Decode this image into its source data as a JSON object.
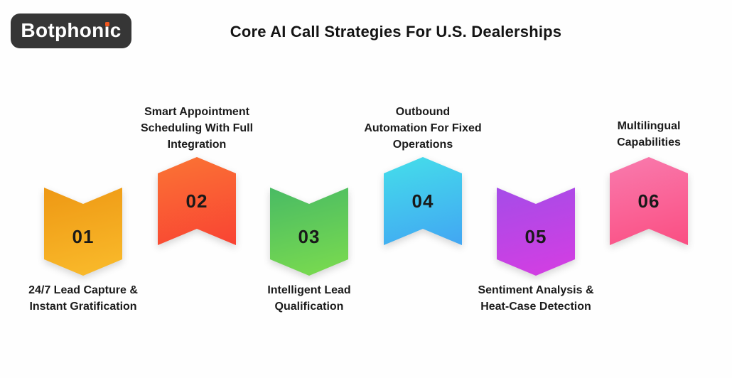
{
  "page": {
    "background": "#FEFEFE"
  },
  "logo": {
    "text": "Botphonic",
    "part1": "Botphon",
    "part2": "ı",
    "part3": "c",
    "bg": "#363636",
    "text_color": "#FFFFFF",
    "dot_color": "#F0571F"
  },
  "title": {
    "text": "Core AI Call Strategies For U.S. Dealerships",
    "color": "#141414"
  },
  "items": [
    {
      "number": "01",
      "label": "24/7 Lead Capture &\nInstant Gratification",
      "direction": "down",
      "label_position": "below",
      "gradient_start": "#EE9814",
      "gradient_end": "#FABC2C"
    },
    {
      "number": "02",
      "label": "Smart Appointment\nScheduling With Full\nIntegration",
      "direction": "up",
      "label_position": "above",
      "gradient_start": "#FA7434",
      "gradient_end": "#F94333"
    },
    {
      "number": "03",
      "label": "Intelligent Lead\nQualification",
      "direction": "down",
      "label_position": "below",
      "gradient_start": "#49BB64",
      "gradient_end": "#7CDC4E"
    },
    {
      "number": "04",
      "label": "Outbound\nAutomation For Fixed\nOperations",
      "direction": "up",
      "label_position": "above",
      "gradient_start": "#44DEEA",
      "gradient_end": "#42A6F3"
    },
    {
      "number": "05",
      "label": "Sentiment Analysis &\nHeat-Case Detection",
      "direction": "down",
      "label_position": "below",
      "gradient_start": "#A54CE8",
      "gradient_end": "#D63DE2"
    },
    {
      "number": "06",
      "label": "Multilingual\nCapabilities",
      "direction": "up",
      "label_position": "above",
      "gradient_start": "#F97BAE",
      "gradient_end": "#FA4E82"
    }
  ]
}
